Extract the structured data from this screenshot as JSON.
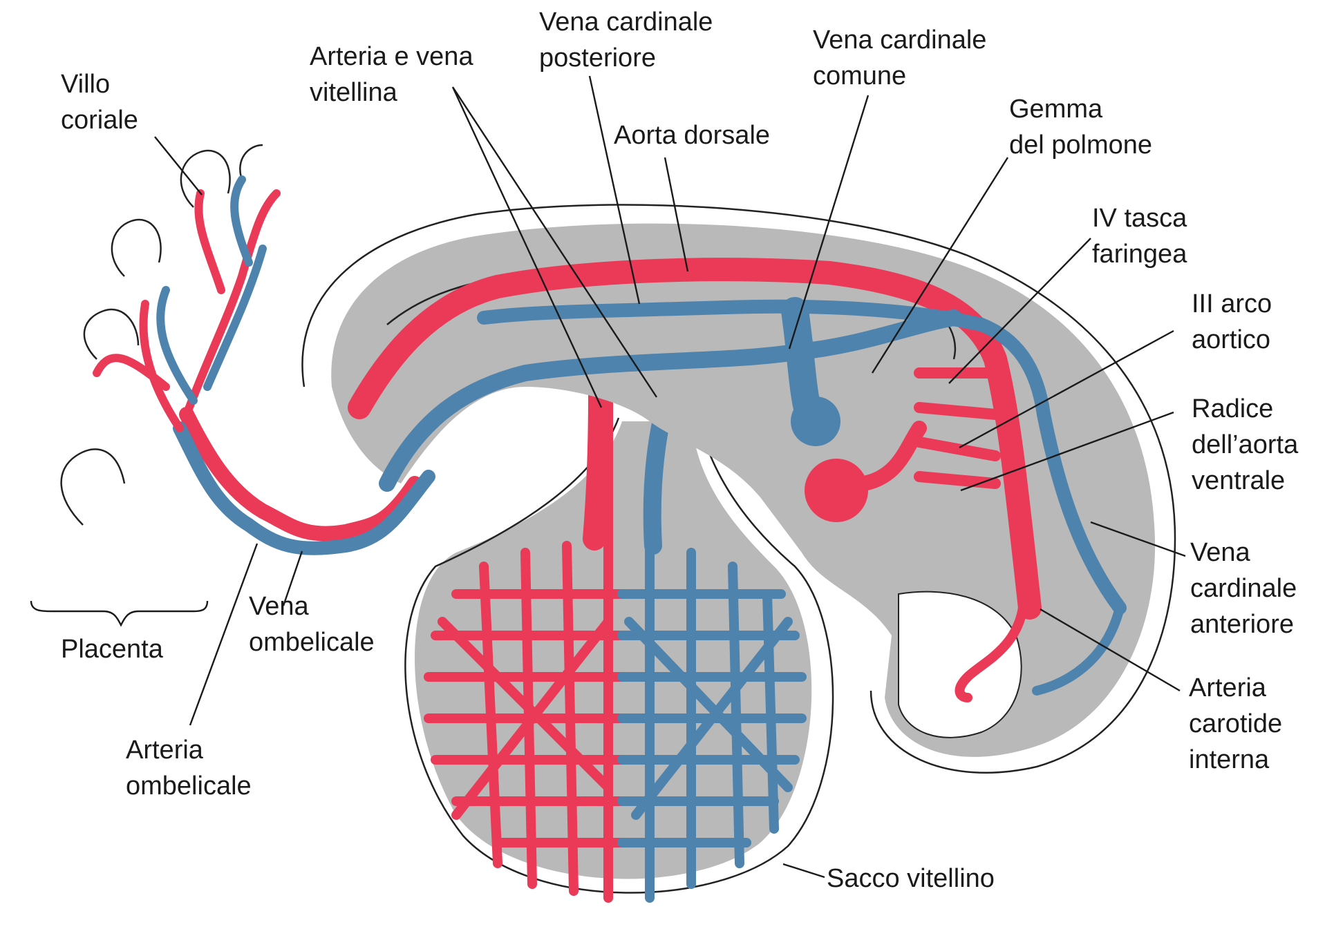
{
  "colors": {
    "artery": "#ea3a57",
    "vein": "#4d83ad",
    "tissue": "#b9b9b9",
    "outline": "#222222"
  },
  "labels": {
    "villo_coriale": [
      "Villo",
      "coriale"
    ],
    "arteria_vena_vitellina": [
      "Arteria e vena",
      "vitellina"
    ],
    "vena_cardinale_posteriore": [
      "Vena cardinale",
      "posteriore"
    ],
    "aorta_dorsale": [
      "Aorta dorsale"
    ],
    "vena_cardinale_comune": [
      "Vena cardinale",
      "comune"
    ],
    "gemma_polmone": [
      "Gemma",
      "del polmone"
    ],
    "iv_tasca_faringea": [
      "IV tasca",
      "faringea"
    ],
    "iii_arco_aortico": [
      "III arco",
      "aortico"
    ],
    "radice_aorta_ventrale": [
      "Radice",
      "dell’aorta",
      "ventrale"
    ],
    "vena_cardinale_anteriore": [
      "Vena",
      "cardinale",
      "anteriore"
    ],
    "arteria_carotide_interna": [
      "Arteria",
      "carotide",
      "interna"
    ],
    "sacco_vitellino": [
      "Sacco vitellino"
    ],
    "arteria_ombelicale": [
      "Arteria",
      "ombelicale"
    ],
    "vena_ombelicale": [
      "Vena",
      "ombelicale"
    ],
    "placenta": [
      "Placenta"
    ]
  }
}
